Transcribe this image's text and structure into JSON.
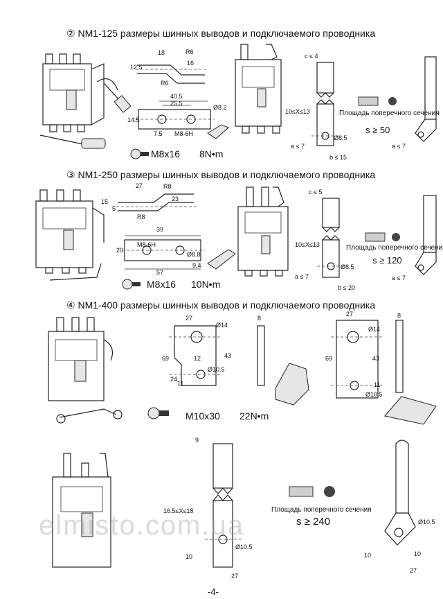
{
  "section1": {
    "number": "②",
    "heading": "NM1-125  размеры шинных выводов и подключаемого проводника",
    "busbar_dims": [
      "18",
      "R6",
      "12.5",
      "16",
      "R6",
      "40.5",
      "25.5",
      "Ø8.2",
      "14.5",
      "7.5",
      "M8-6H"
    ],
    "bolt": "M8x16",
    "torque": "8N•m",
    "conductor_dims": [
      "c ≤ 4",
      "10≤X≤13",
      "Ø8.5",
      "a ≤ 7",
      "b ≤ 15"
    ],
    "section_label": "Площадь поперечного сечения",
    "section_value": "s ≥ 50",
    "lug_dims": [
      "a ≤ 7"
    ]
  },
  "section2": {
    "number": "③",
    "heading": "NM1-250 размеры шинных выводов и подключаемого проводника",
    "busbar_dims": [
      "27",
      "R8",
      "15",
      "5",
      "23",
      "R8",
      "39",
      "M8-6H",
      "Ø8.8",
      "20",
      "57",
      "9.4"
    ],
    "bolt": "M8x16",
    "torque": "10N•m",
    "conductor_dims": [
      "c ≤ 5",
      "10≤X≤13",
      "Ø8.5",
      "a ≤ 7",
      "b ≤ 20"
    ],
    "section_label": "Площадь поперечного сечения",
    "section_value": "s ≥ 120",
    "lug_dims": [
      "a ≤ 7"
    ]
  },
  "section3": {
    "number": "④",
    "heading": "NM1-400 размеры шинных выводов и подключаемого проводника",
    "busbar_a_dims": [
      "27",
      "Ø14",
      "12",
      "Ø10.5",
      "69",
      "43",
      "24",
      "11"
    ],
    "busbar_a_thickness": "8",
    "busbar_b_dims": [
      "27",
      "Ø14",
      "69",
      "43",
      "11",
      "Ø10.5"
    ],
    "busbar_b_thickness": "8",
    "bolt": "M10x30",
    "torque": "22N•m",
    "conductor_dims": [
      "9",
      "16.5≤X≤18",
      "Ø10.5",
      "10",
      "27"
    ],
    "section_label": "Площадь поперечного сечения",
    "section_value": "s ≥ 240",
    "lug_dims": [
      "Ø10.5",
      "10",
      "10",
      "27"
    ]
  },
  "watermark": "elmisto.com.ua",
  "page_number": "-4-"
}
